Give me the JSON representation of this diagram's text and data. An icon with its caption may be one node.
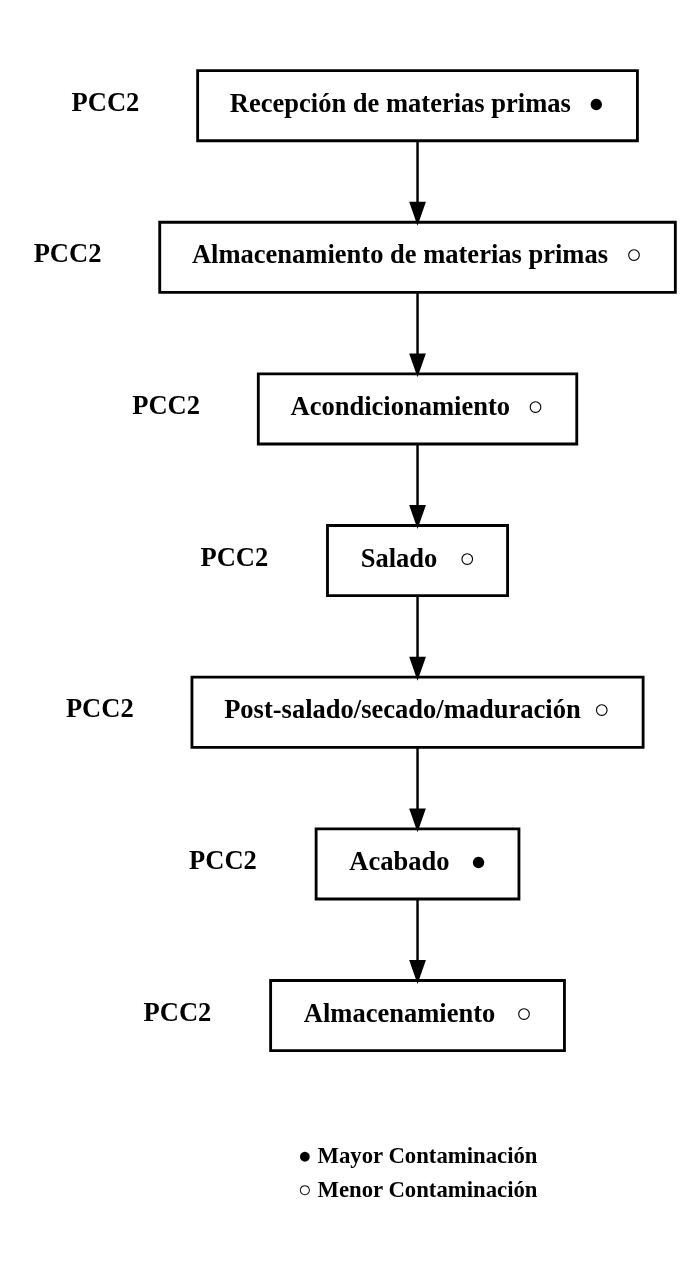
{
  "diagram": {
    "nodes": [
      {
        "text": [
          "Recepción de materias primas",
          "●"
        ],
        "beside": [
          "PCC2"
        ]
      },
      {
        "text": [
          "Almacenamiento de materias primas",
          "○"
        ],
        "beside": [
          "PCC2"
        ]
      },
      {
        "text": [
          "Acondicionamiento",
          "○"
        ],
        "beside": [
          "PCC2"
        ]
      },
      {
        "text": [
          "Salado",
          "○"
        ],
        "beside": [
          "PCC2"
        ]
      },
      {
        "text": [
          "Post-salado/secado/maduración",
          "○"
        ],
        "beside": [
          "PCC2"
        ]
      },
      {
        "text": [
          "Acabado",
          "●"
        ],
        "beside": [
          "PCC2"
        ]
      },
      {
        "text": [
          "Almacenamiento",
          "○"
        ],
        "beside": [
          "PCC2"
        ]
      }
    ],
    "edges": [
      {
        "from": 0,
        "to": 1,
        "arrow": "to"
      },
      {
        "from": 1,
        "to": 2,
        "arrow": "to"
      },
      {
        "from": 2,
        "to": 3,
        "arrow": "to"
      },
      {
        "from": 3,
        "to": 4,
        "arrow": "to"
      },
      {
        "from": 4,
        "to": 5,
        "arrow": "to"
      },
      {
        "from": 5,
        "to": 6,
        "arrow": "to"
      }
    ],
    "legend": [
      {
        "text": "● Mayor Contaminación"
      },
      {
        "text": "○ Menor Contaminación"
      }
    ]
  }
}
